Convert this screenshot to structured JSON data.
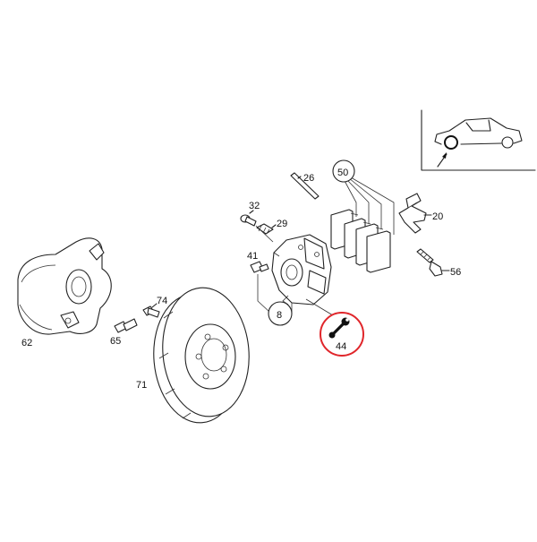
{
  "diagram": {
    "callouts": {
      "p8": "8",
      "p20": "20",
      "p26": "26",
      "p29": "29",
      "p32": "32",
      "p41": "41",
      "p44": "44",
      "p50": "50",
      "p56": "56",
      "p62": "62",
      "p65": "65",
      "p71": "71",
      "p74": "74"
    },
    "highlight_color": "#e0262b",
    "highlighted_part": "44",
    "icons": {
      "vehicle_locator": "car-wheel-locator-icon",
      "service_marker": "wrench-icon"
    }
  }
}
